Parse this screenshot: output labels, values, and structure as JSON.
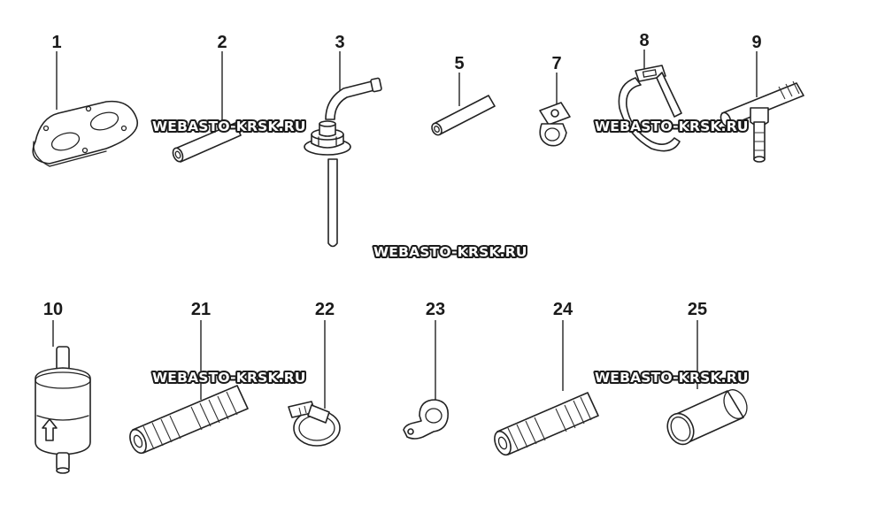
{
  "parts": [
    {
      "id": "p1",
      "number": "1",
      "name": "mounting-plate"
    },
    {
      "id": "p2",
      "number": "2",
      "name": "tube"
    },
    {
      "id": "p3",
      "number": "3",
      "name": "fuel-standpipe"
    },
    {
      "id": "p5",
      "number": "5",
      "name": "hose-piece"
    },
    {
      "id": "p7",
      "number": "7",
      "name": "pipe-clip"
    },
    {
      "id": "p8",
      "number": "8",
      "name": "cable-tie"
    },
    {
      "id": "p9",
      "number": "9",
      "name": "t-connector"
    },
    {
      "id": "p10",
      "number": "10",
      "name": "fuel-filter"
    },
    {
      "id": "p21",
      "number": "21",
      "name": "corrugated-hose"
    },
    {
      "id": "p22",
      "number": "22",
      "name": "hose-clamp"
    },
    {
      "id": "p23",
      "number": "23",
      "name": "p-clip"
    },
    {
      "id": "p24",
      "number": "24",
      "name": "corrugated-hose"
    },
    {
      "id": "p25",
      "number": "25",
      "name": "sleeve"
    }
  ],
  "watermark": {
    "text": "WEBASTO-KRSK.RU",
    "color": "#ffffff",
    "outline_color": "#1a1a1a"
  }
}
